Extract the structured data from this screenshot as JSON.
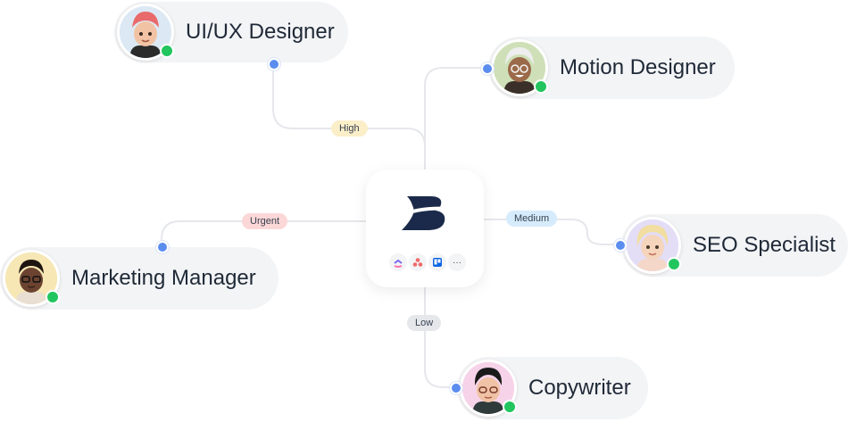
{
  "hub": {
    "brand_icon": "b-letter-logo",
    "tools": [
      "clickup-icon",
      "asana-icon",
      "trello-icon",
      "more-icon"
    ],
    "more_label": "···"
  },
  "roles": {
    "uiux": {
      "name": "UI/UX Designer",
      "priority": "High"
    },
    "motion": {
      "name": "Motion Designer"
    },
    "seo": {
      "name": "SEO Specialist",
      "priority": "Medium"
    },
    "marketing": {
      "name": "Marketing Manager",
      "priority": "Urgent"
    },
    "copy": {
      "name": "Copywriter",
      "priority": "Low"
    }
  },
  "colors": {
    "line": "#e5e7eb",
    "dot": "#5b8def",
    "online": "#22c55e",
    "high_tag": "#fbefc9",
    "urgent_tag": "#fcd7d7",
    "medium_tag": "#d6ebfb",
    "low_tag": "#e5e7eb",
    "brand": "#1b2a4a"
  }
}
